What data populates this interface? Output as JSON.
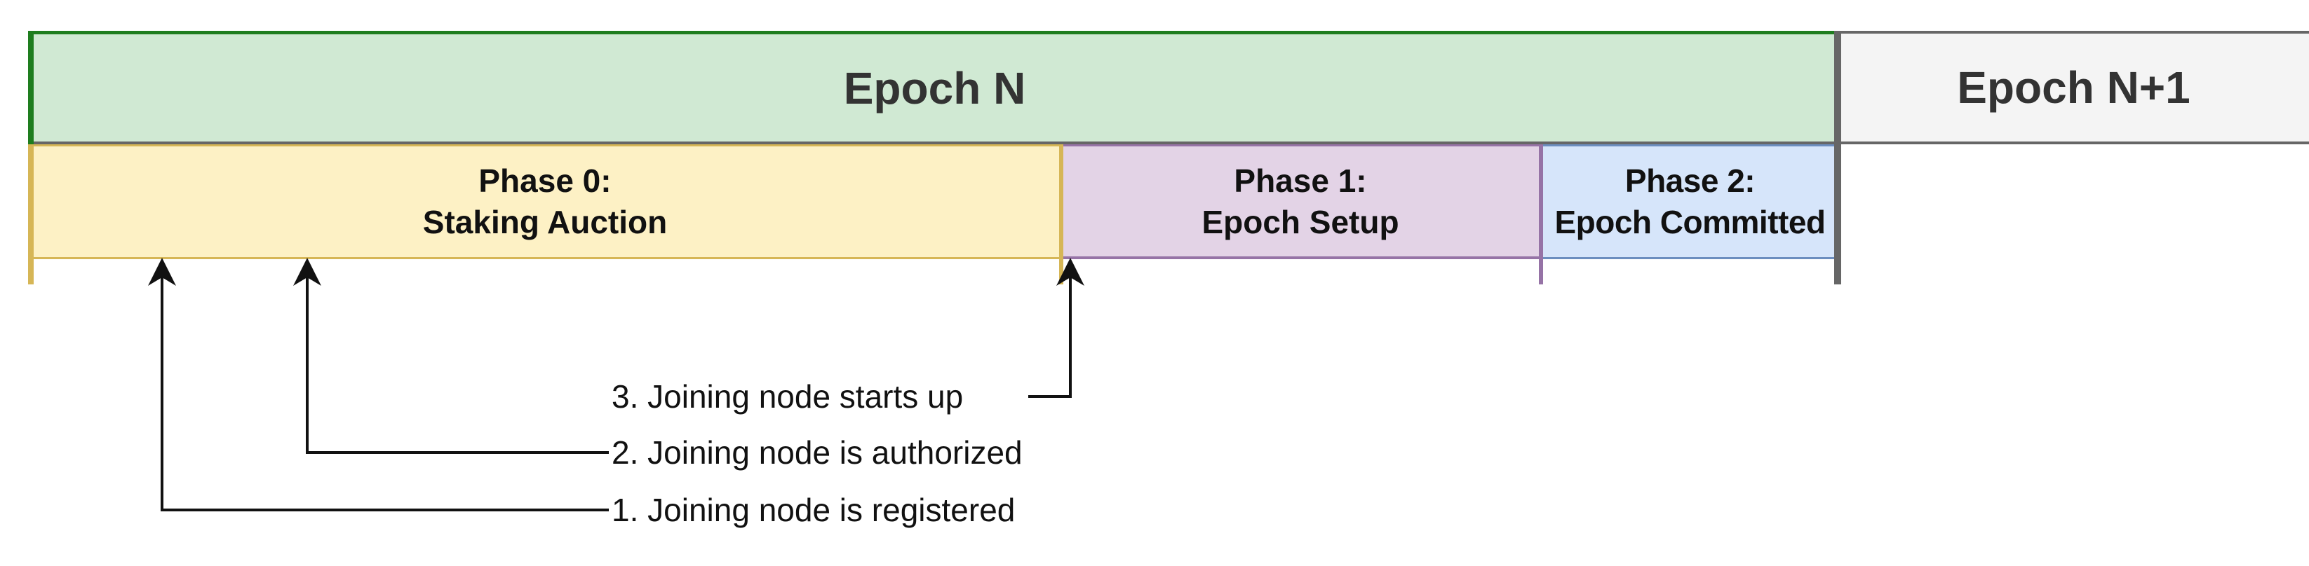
{
  "epochs": {
    "current": "Epoch N",
    "next": "Epoch N+1"
  },
  "phases": [
    {
      "title": "Phase 0:\nStaking Auction"
    },
    {
      "title": "Phase 1:\nEpoch Setup"
    },
    {
      "title": "Phase 2:\nEpoch Committed"
    }
  ],
  "annotations": [
    "3. Joining node starts up",
    "2. Joining node is authorized",
    "1. Joining node is registered"
  ],
  "colors": {
    "epoch_current_fill": "#d0e9d3",
    "epoch_current_edge": "#1e7d1e",
    "epoch_next_fill": "#f4f4f4",
    "phase0_fill": "#fdf1c5",
    "phase0_edge": "#d6b656",
    "phase1_fill": "#e3d3e6",
    "phase1_edge": "#9673a6",
    "phase2_fill": "#d6e5fa",
    "phase2_edge": "#6c8ebf",
    "divider": "#666666"
  }
}
